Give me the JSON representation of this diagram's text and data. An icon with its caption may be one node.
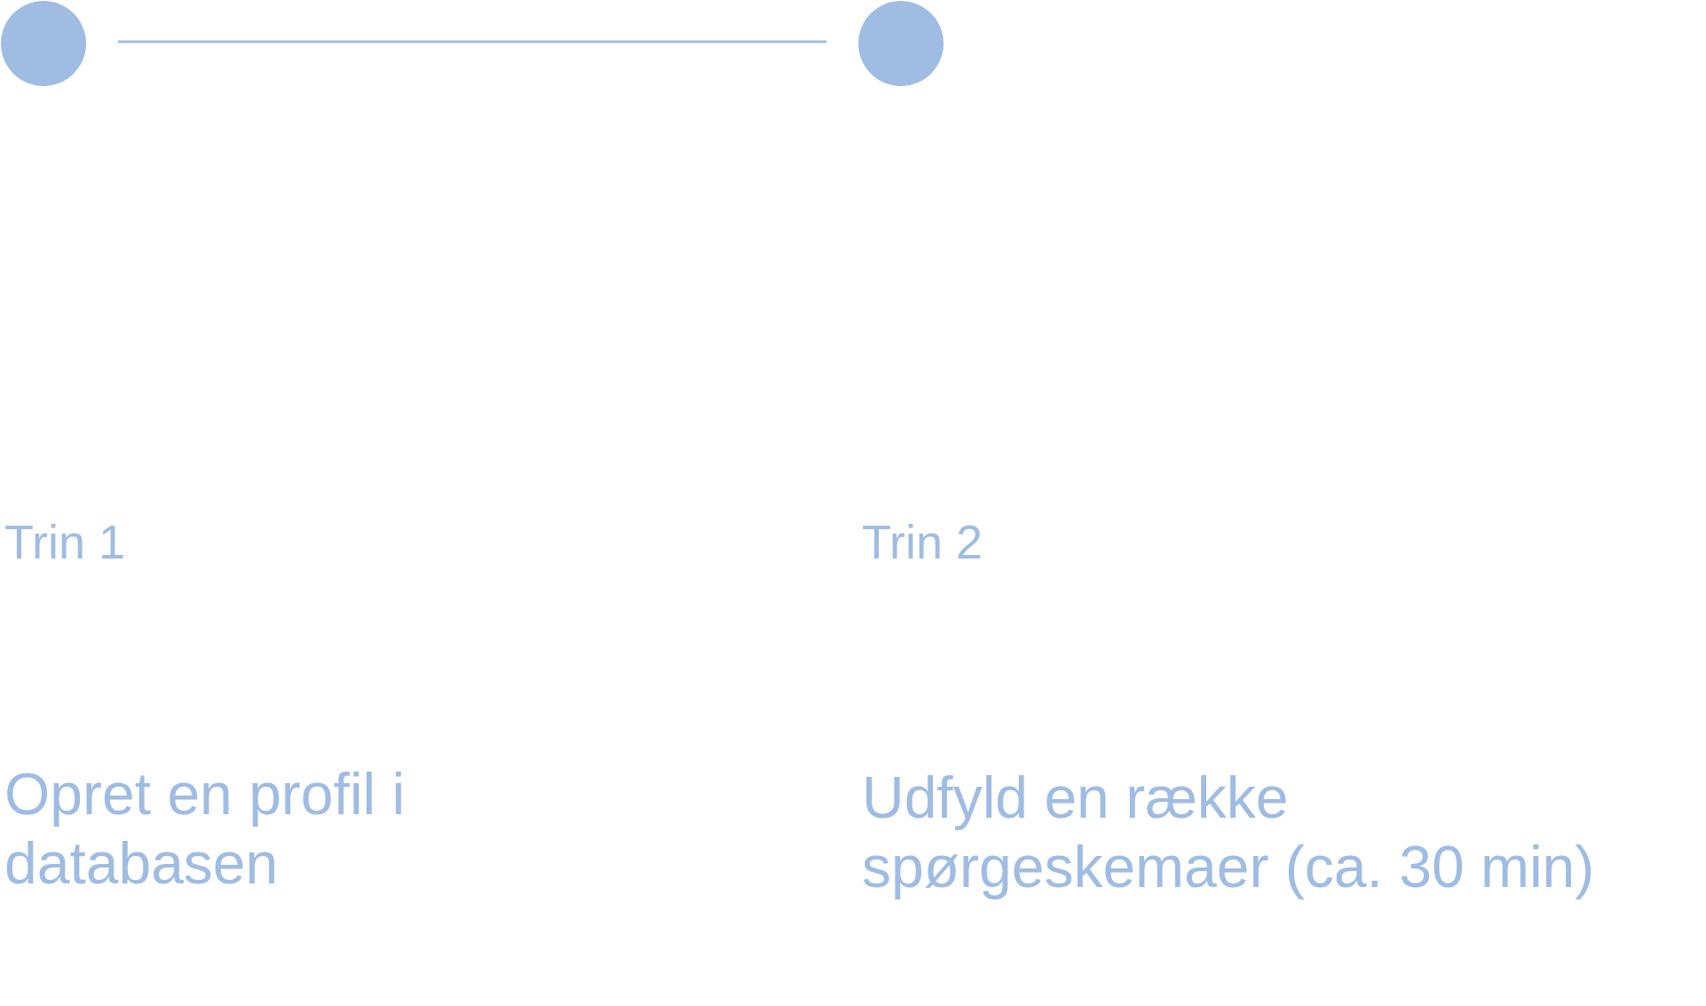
{
  "diagram": {
    "nodes": [
      {
        "text": [],
        "shape": "circle"
      },
      {
        "text": [],
        "shape": "circle"
      }
    ],
    "edges": [
      {
        "from": 0,
        "to": 1,
        "arrow": "none"
      }
    ],
    "labels": [
      "Trin 1",
      "Trin 2",
      "Opret en profil i databasen",
      "Udfyld en række spørgeskemaer (ca. 30 min)"
    ]
  }
}
